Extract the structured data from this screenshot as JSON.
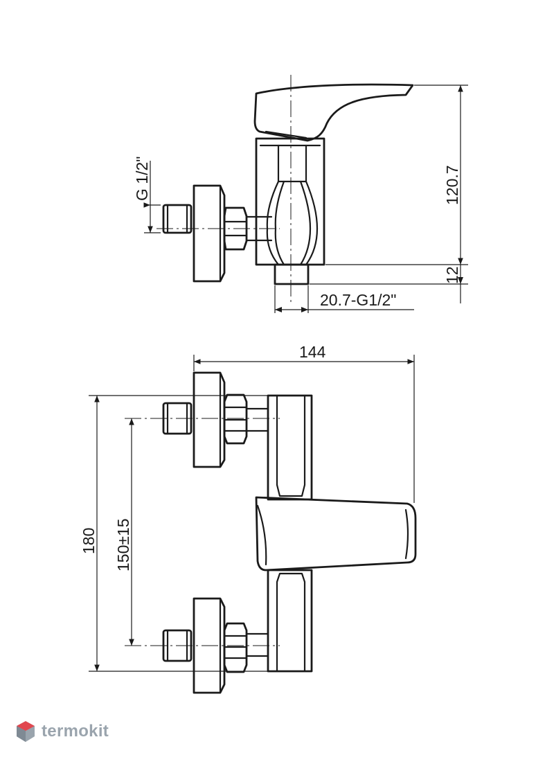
{
  "dimensions": {
    "thread_label": "G 1/2\"",
    "height_top": "120.7",
    "base_height": "12",
    "outlet_label": "20.7-G1/2\"",
    "overall_width": "144",
    "overall_height": "180",
    "center_distance": "150±15"
  },
  "watermark": {
    "text": "termokit",
    "color": "#9aa4ad",
    "accent": "#e1474f"
  }
}
